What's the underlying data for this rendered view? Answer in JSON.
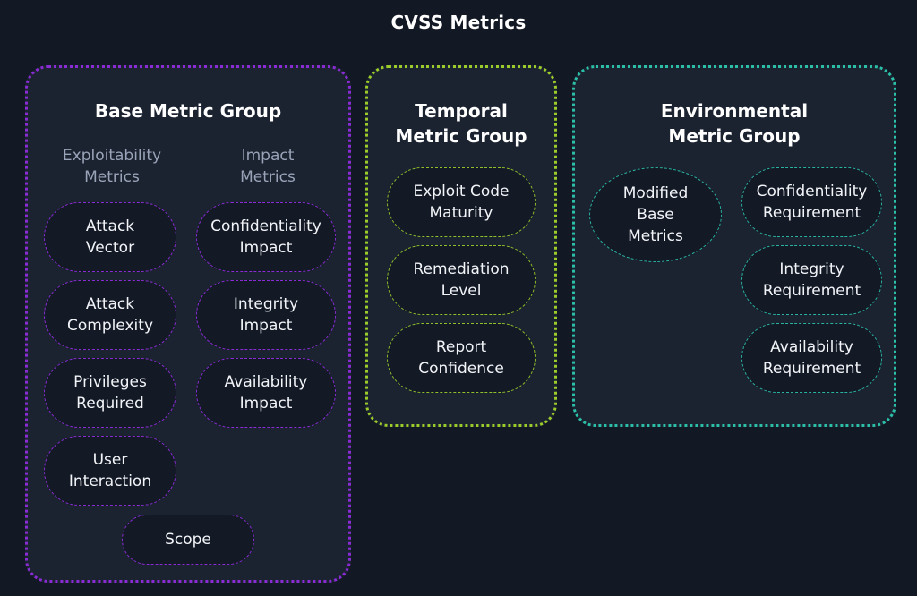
{
  "title": "CVSS Metrics",
  "colors": {
    "background": "#121824",
    "group_fill": "#1b2230",
    "pill_fill": "#131a26",
    "base_accent": "#8a2bd6",
    "temporal_accent": "#9ccc2a",
    "environmental_accent": "#2bbfa8",
    "subhead_text": "#9aa4b8"
  },
  "groups": {
    "base": {
      "title": "Base Metric Group",
      "exploitability_heading": "Exploitability\nMetrics",
      "impact_heading": "Impact\nMetrics",
      "exploitability": [
        {
          "label": "Attack\nVector"
        },
        {
          "label": "Attack\nComplexity"
        },
        {
          "label": "Privileges\nRequired"
        },
        {
          "label": "User\nInteraction"
        }
      ],
      "impact": [
        {
          "label": "Confidentiality\nImpact"
        },
        {
          "label": "Integrity\nImpact"
        },
        {
          "label": "Availability\nImpact"
        }
      ],
      "scope": {
        "label": "Scope"
      }
    },
    "temporal": {
      "title": "Temporal\nMetric Group",
      "metrics": [
        {
          "label": "Exploit Code\nMaturity"
        },
        {
          "label": "Remediation\nLevel"
        },
        {
          "label": "Report\nConfidence"
        }
      ]
    },
    "environmental": {
      "title": "Environmental\nMetric Group",
      "modified": {
        "label": "Modified\nBase\nMetrics"
      },
      "requirements": [
        {
          "label": "Confidentiality\nRequirement"
        },
        {
          "label": "Integrity\nRequirement"
        },
        {
          "label": "Availability\nRequirement"
        }
      ]
    }
  }
}
